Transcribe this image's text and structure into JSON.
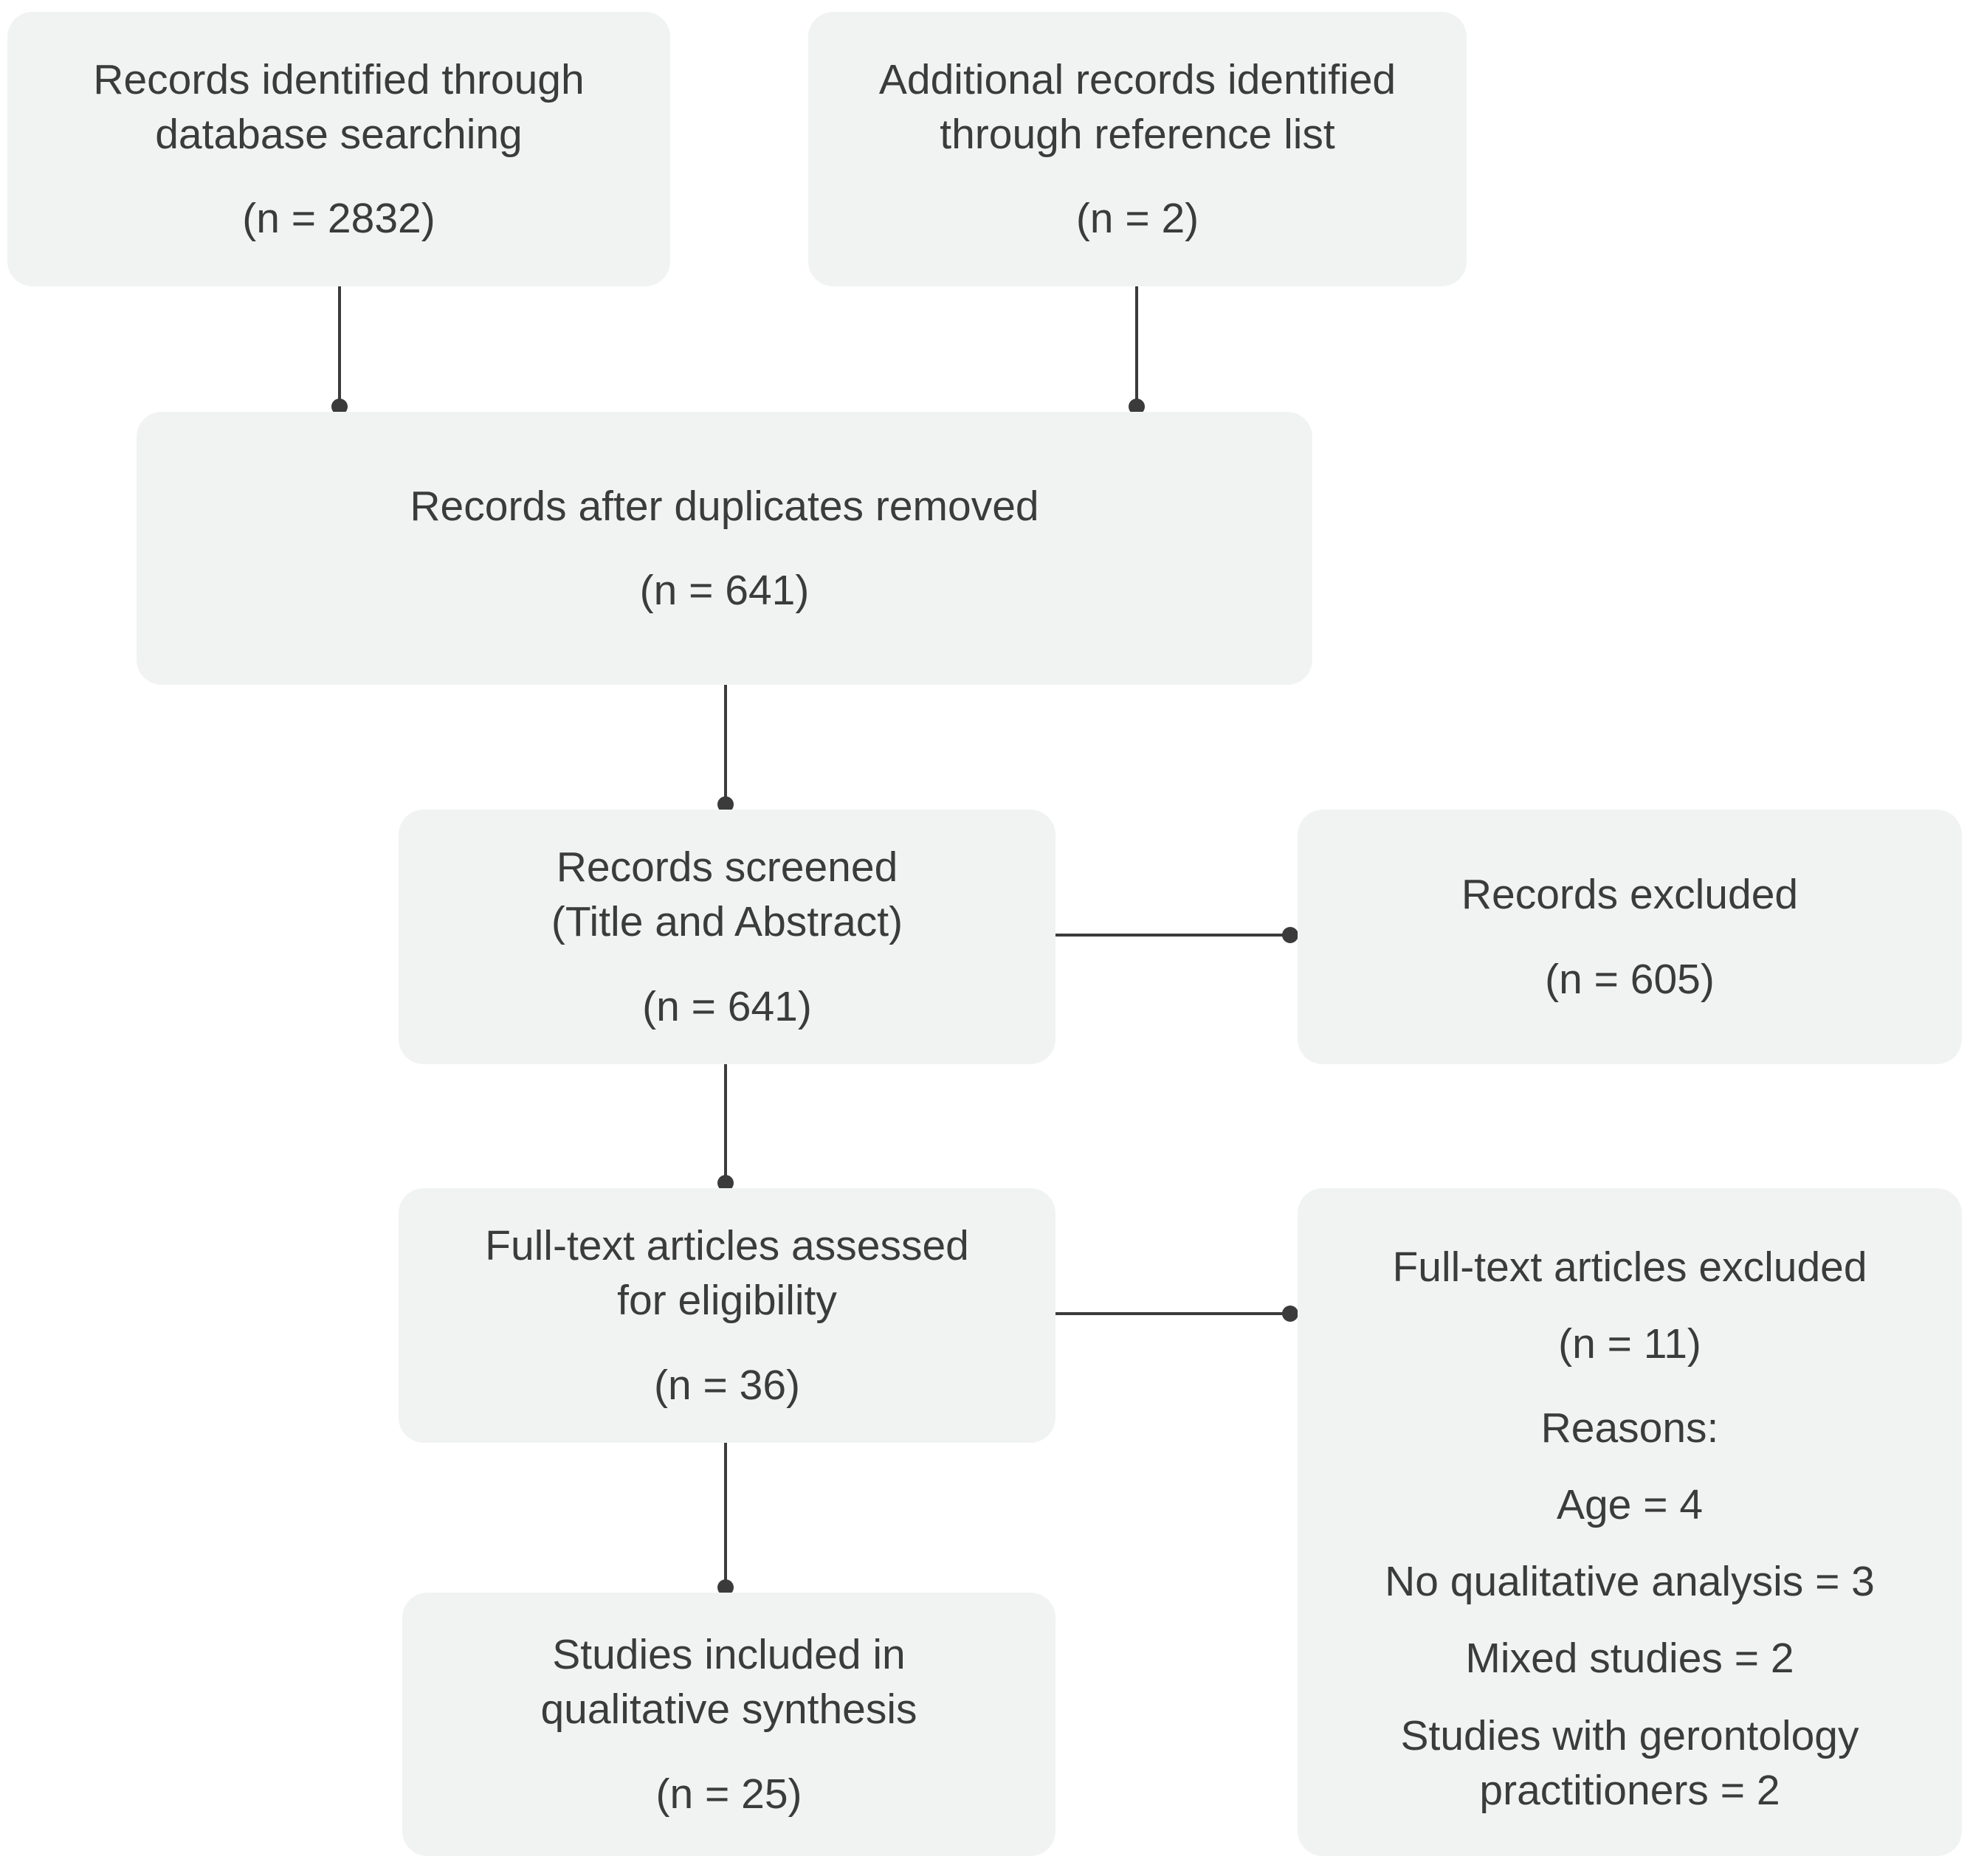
{
  "diagram": {
    "type": "prisma-flow-diagram",
    "background_color": "#ffffff",
    "node_fill_color": "#f1f2f2",
    "text_color": "#3b3b3b",
    "connector_color": "#3b3b3b"
  },
  "nodes": {
    "database_search": {
      "line1": "Records identified through",
      "line2": "database searching",
      "count": "(n = 2832)"
    },
    "reference_list": {
      "line1": "Additional records identified",
      "line2": "through reference list",
      "count": "(n = 2)"
    },
    "duplicates_removed": {
      "line1": "Records after duplicates removed",
      "count": "(n = 641)"
    },
    "records_screened": {
      "line1": "Records screened",
      "line2": "(Title and Abstract)",
      "count": "(n = 641)"
    },
    "records_excluded": {
      "line1": "Records excluded",
      "count": "(n = 605)"
    },
    "fulltext_assessed": {
      "line1": "Full-text articles assessed",
      "line2": "for eligibility",
      "count": "(n = 36)"
    },
    "fulltext_excluded": {
      "line1": "Full-text articles excluded",
      "count": "(n = 11)",
      "reasons_label": "Reasons:",
      "reasons": [
        "Age = 4",
        "No qualitative analysis = 3",
        "Mixed studies = 2"
      ],
      "reason_last_line1": "Studies with gerontology",
      "reason_last_line2": "practitioners = 2"
    },
    "studies_included": {
      "line1": "Studies included in",
      "line2": "qualitative synthesis",
      "count": "(n = 25)"
    }
  },
  "chart_data": {
    "type": "diagram",
    "title": "PRISMA flow diagram",
    "stages": [
      {
        "label": "Records identified through database searching",
        "n": 2832
      },
      {
        "label": "Additional records identified through reference list",
        "n": 2
      },
      {
        "label": "Records after duplicates removed",
        "n": 641
      },
      {
        "label": "Records screened (Title and Abstract)",
        "n": 641
      },
      {
        "label": "Records excluded",
        "n": 605
      },
      {
        "label": "Full-text articles assessed for eligibility",
        "n": 36
      },
      {
        "label": "Full-text articles excluded",
        "n": 11
      },
      {
        "label": "Studies included in qualitative synthesis",
        "n": 25
      }
    ],
    "exclusion_reasons": [
      {
        "reason": "Age",
        "n": 4
      },
      {
        "reason": "No qualitative analysis",
        "n": 3
      },
      {
        "reason": "Mixed studies",
        "n": 2
      },
      {
        "reason": "Studies with gerontology practitioners",
        "n": 2
      }
    ],
    "edges": [
      {
        "from": "Records identified through database searching",
        "to": "Records after duplicates removed"
      },
      {
        "from": "Additional records identified through reference list",
        "to": "Records after duplicates removed"
      },
      {
        "from": "Records after duplicates removed",
        "to": "Records screened (Title and Abstract)"
      },
      {
        "from": "Records screened (Title and Abstract)",
        "to": "Records excluded"
      },
      {
        "from": "Records screened (Title and Abstract)",
        "to": "Full-text articles assessed for eligibility"
      },
      {
        "from": "Full-text articles assessed for eligibility",
        "to": "Full-text articles excluded"
      },
      {
        "from": "Full-text articles assessed for eligibility",
        "to": "Studies included in qualitative synthesis"
      }
    ]
  }
}
